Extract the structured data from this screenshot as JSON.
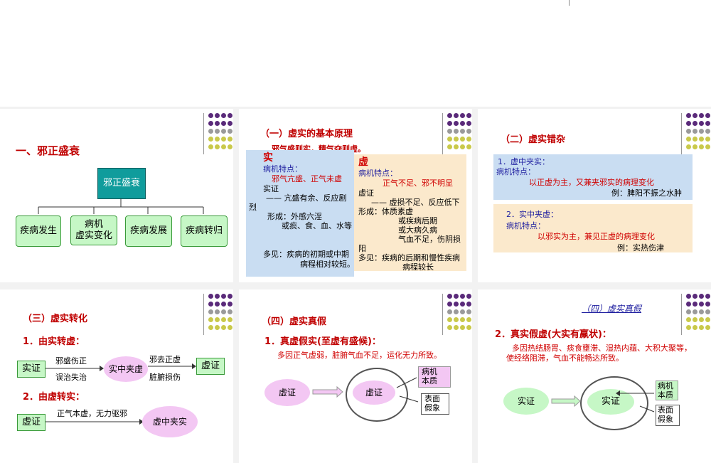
{
  "slide1": {
    "title": "一、邪正盛衰",
    "root": "邪正盛衰",
    "items": [
      "疾病发生",
      "病机\n虚实变化",
      "疾病发展",
      "疾病转归"
    ]
  },
  "slide2": {
    "title": "（一）虚实的基本原理",
    "subtitle": "邪气盛则实，精气夺则虚。",
    "shi": {
      "head": "实",
      "l1": "病机特点：",
      "l2": "邪气亢盛、正气未虚",
      "l3": "实证",
      "l4": "—— 亢盛有余、反应剧",
      "l5": "烈",
      "l6": "形成：外感六淫",
      "l7": "或痰、食、血、水等",
      "l8": "多见：疾病的初期或中期",
      "l9": "病程相对较短。"
    },
    "xu": {
      "head": "虚",
      "l1": "病机特点：",
      "l2": "正气不足、邪不明显",
      "l3": "虚证",
      "l4": "—— 虚损不足、反应低下",
      "l5": "形成：体质素虚",
      "l6": "或疾病后期",
      "l7": "或大病久病",
      "l8": "气血不足，伤阴损",
      "l9": "阳",
      "l10": "多见：疾病的后期和慢性疾病",
      "l11": "病程较长"
    }
  },
  "slide3": {
    "title": "（二）虚实错杂",
    "a1": "1．虚中夹实：",
    "a2": "病机特点：",
    "a3": "以正虚为主，又兼夹邪实的病理变化",
    "a4": "例：脾阳不振之水肿",
    "b1": "2．实中夹虚：",
    "b2": "病机特点：",
    "b3": "以邪实为主，兼见正虚的病理变化",
    "b4": "例：实热伤津"
  },
  "slide4": {
    "title": "（三）虚实转化",
    "h1": "1．由实转虚：",
    "left": "实证",
    "t1": "邪盛伤正",
    "t2": "误治失治",
    "mid": "实中夹虚",
    "t3": "邪去正虚",
    "t4": "脏腑损伤",
    "right": "虚证",
    "h2": "2．由虚转实：",
    "left2": "虚证",
    "t5": "正气本虚，无力驱邪",
    "mid2": "虚中夹实"
  },
  "slide5": {
    "title": "（四）虚实真假",
    "h1": "1．真虚假实(至虚有盛候)：",
    "desc": "多因正气虚弱，脏腑气血不足，运化无力所致。",
    "c1": "虚证",
    "c2": "虚证",
    "box1": "病机\n本质",
    "box2": "表面\n假象"
  },
  "slide6": {
    "corner": "（四）虚实真假",
    "h1": "2．真实假虚(大实有羸状)：",
    "desc1": "多因热结肠胃、痰食壅滞、湿热内蕴、大积大聚等，",
    "desc2": "使经络阻滞，气血不能畅达所致。",
    "c1": "实证",
    "c2": "实证",
    "box1": "病机\n本质",
    "box2": "表面\n假象"
  }
}
